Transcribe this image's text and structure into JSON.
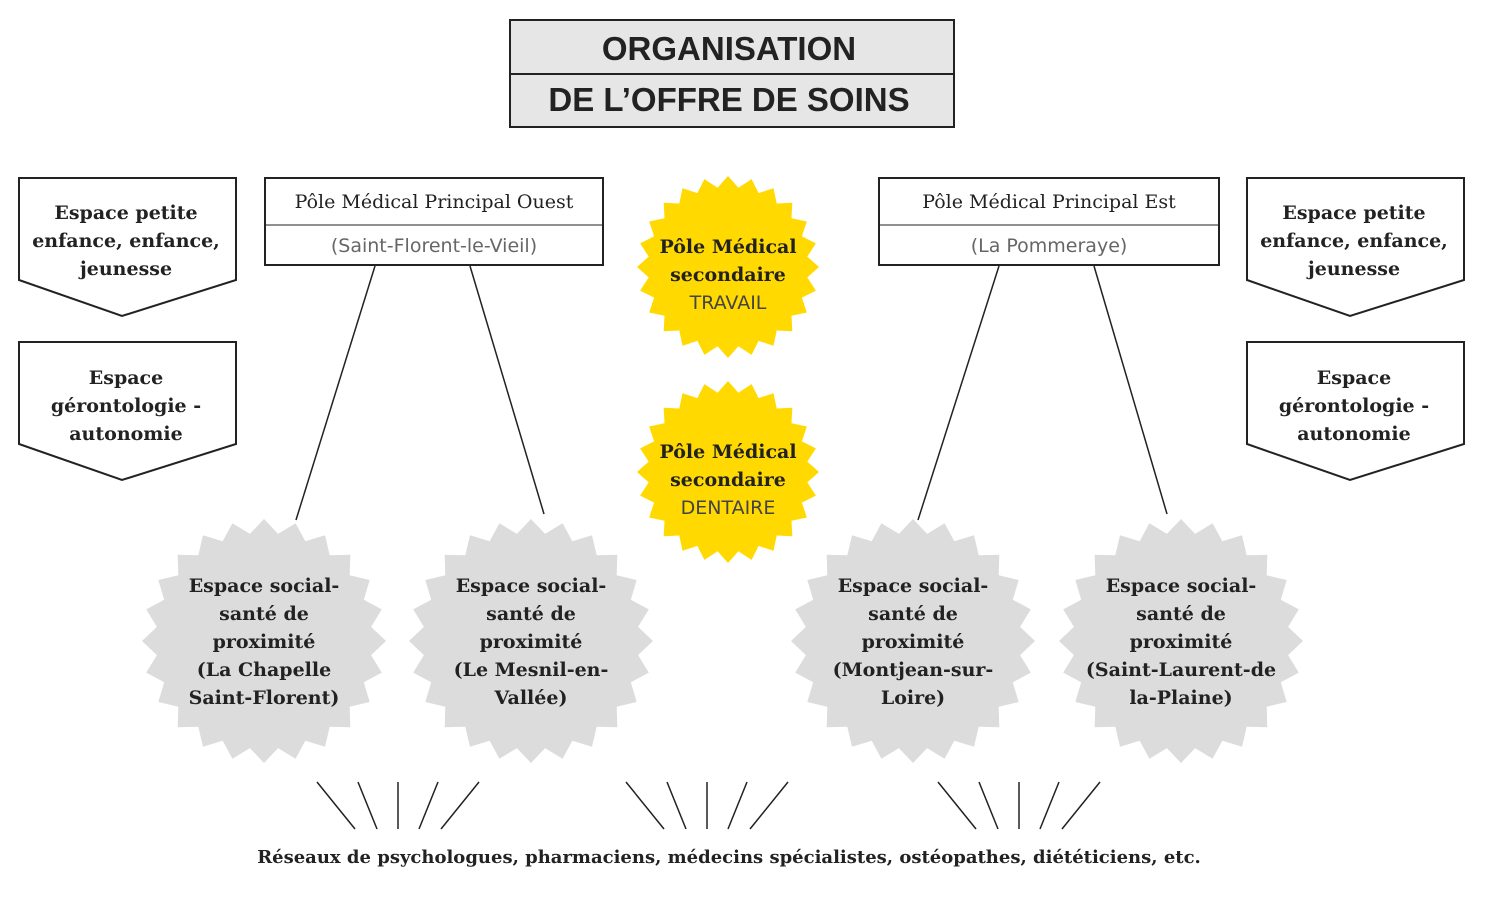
{
  "title": {
    "line1": "ORGANISATION",
    "line2": "DE L’OFFRE DE SOINS"
  },
  "pole_ouest": {
    "name": "Pôle Médical Principal Ouest",
    "location": "(Saint-Florent-le-Vieil)"
  },
  "pole_est": {
    "name": "Pôle Médical Principal Est",
    "location": "(La Pommeraye)"
  },
  "left_spaces": [
    {
      "lines": [
        "Espace petite",
        "enfance, enfance,",
        "jeunesse"
      ]
    },
    {
      "lines": [
        "Espace",
        "gérontologie -",
        "autonomie"
      ]
    }
  ],
  "right_spaces": [
    {
      "lines": [
        "Espace petite",
        "enfance, enfance,",
        "jeunesse"
      ]
    },
    {
      "lines": [
        "Espace",
        "gérontologie -",
        "autonomie"
      ]
    }
  ],
  "secondary_poles": [
    {
      "line1": "Pôle Médical",
      "line2": "secondaire",
      "specialty": "TRAVAIL"
    },
    {
      "line1": "Pôle Médical",
      "line2": "secondaire",
      "specialty": "DENTAIRE"
    }
  ],
  "proximity_spaces": [
    {
      "lines": [
        "Espace social-",
        "santé de",
        "proximité",
        "(La Chapelle",
        "Saint-Florent)"
      ]
    },
    {
      "lines": [
        "Espace social-",
        "santé de",
        "proximité",
        "(Le Mesnil-en-",
        "Vallée)"
      ]
    },
    {
      "lines": [
        "Espace social-",
        "santé de",
        "proximité",
        "(Montjean-sur-",
        "Loire)"
      ]
    },
    {
      "lines": [
        "Espace social-",
        "santé de",
        "proximité",
        "(Saint-Laurent-de",
        "la-Plaine)"
      ]
    }
  ],
  "footer": "Réseaux de psychologues, pharmaciens, médecins spécialistes, ostéopathes, diététiciens, etc.",
  "colors": {
    "yellow": "#ffd900",
    "grey_badge": "#dcdcdc",
    "title_bg": "#e6e6e6",
    "stroke": "#222222"
  }
}
